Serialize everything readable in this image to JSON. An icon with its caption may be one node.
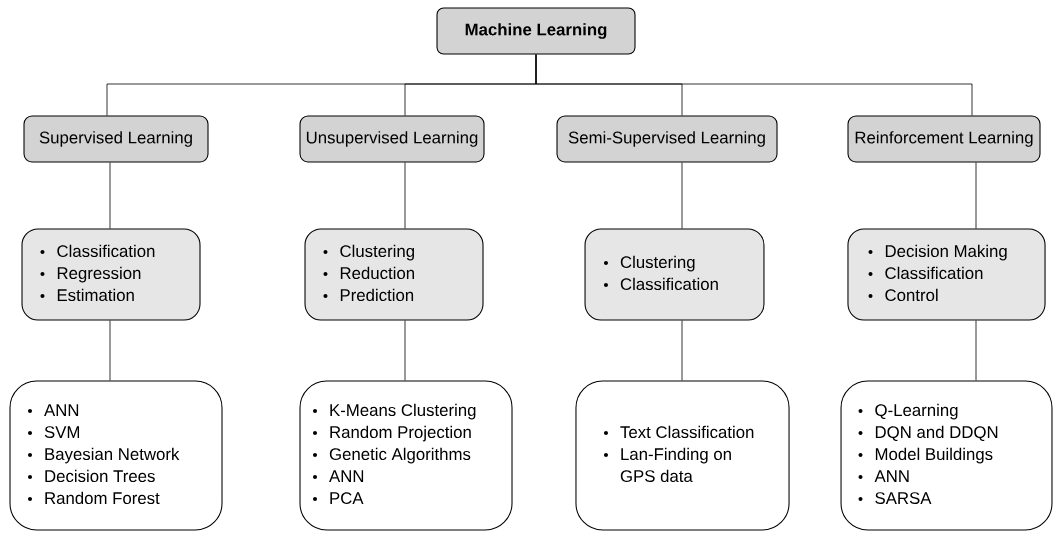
{
  "diagram": {
    "nodes": [
      {
        "text": [
          "Machine Learning"
        ]
      },
      {
        "text": [
          "Supervised Learning"
        ]
      },
      {
        "text": [
          "Unsupervised Learning"
        ]
      },
      {
        "text": [
          "Semi-Supervised Learning"
        ]
      },
      {
        "text": [
          "Reinforcement Learning"
        ]
      },
      {
        "text": [
          "Classification",
          "Regression",
          "Estimation"
        ]
      },
      {
        "text": [
          "Clustering",
          "Reduction",
          "Prediction"
        ]
      },
      {
        "text": [
          "Clustering",
          "Classification"
        ]
      },
      {
        "text": [
          "Decision Making",
          "Classification",
          "Control"
        ]
      },
      {
        "text": [
          "ANN",
          "SVM",
          "Bayesian Network",
          "Decision Trees",
          "Random Forest"
        ]
      },
      {
        "text": [
          "K-Means Clustering",
          "Random Projection",
          "Genetic Algorithms",
          "ANN",
          "PCA"
        ]
      },
      {
        "text": [
          "Text Classification",
          "Lan-Finding on GPS data"
        ]
      },
      {
        "text": [
          "Q-Learning",
          "DQN and DDQN",
          "Model Buildings",
          "ANN",
          "SARSA"
        ]
      }
    ],
    "edges": [
      {
        "from": 0,
        "to": 1,
        "arrow": "none"
      },
      {
        "from": 0,
        "to": 2,
        "arrow": "none"
      },
      {
        "from": 0,
        "to": 3,
        "arrow": "none"
      },
      {
        "from": 0,
        "to": 4,
        "arrow": "none"
      },
      {
        "from": 1,
        "to": 5,
        "arrow": "none"
      },
      {
        "from": 2,
        "to": 6,
        "arrow": "none"
      },
      {
        "from": 3,
        "to": 7,
        "arrow": "none"
      },
      {
        "from": 4,
        "to": 8,
        "arrow": "none"
      },
      {
        "from": 5,
        "to": 9,
        "arrow": "none"
      },
      {
        "from": 6,
        "to": 10,
        "arrow": "none"
      },
      {
        "from": 7,
        "to": 11,
        "arrow": "none"
      },
      {
        "from": 8,
        "to": 12,
        "arrow": "none"
      }
    ]
  }
}
